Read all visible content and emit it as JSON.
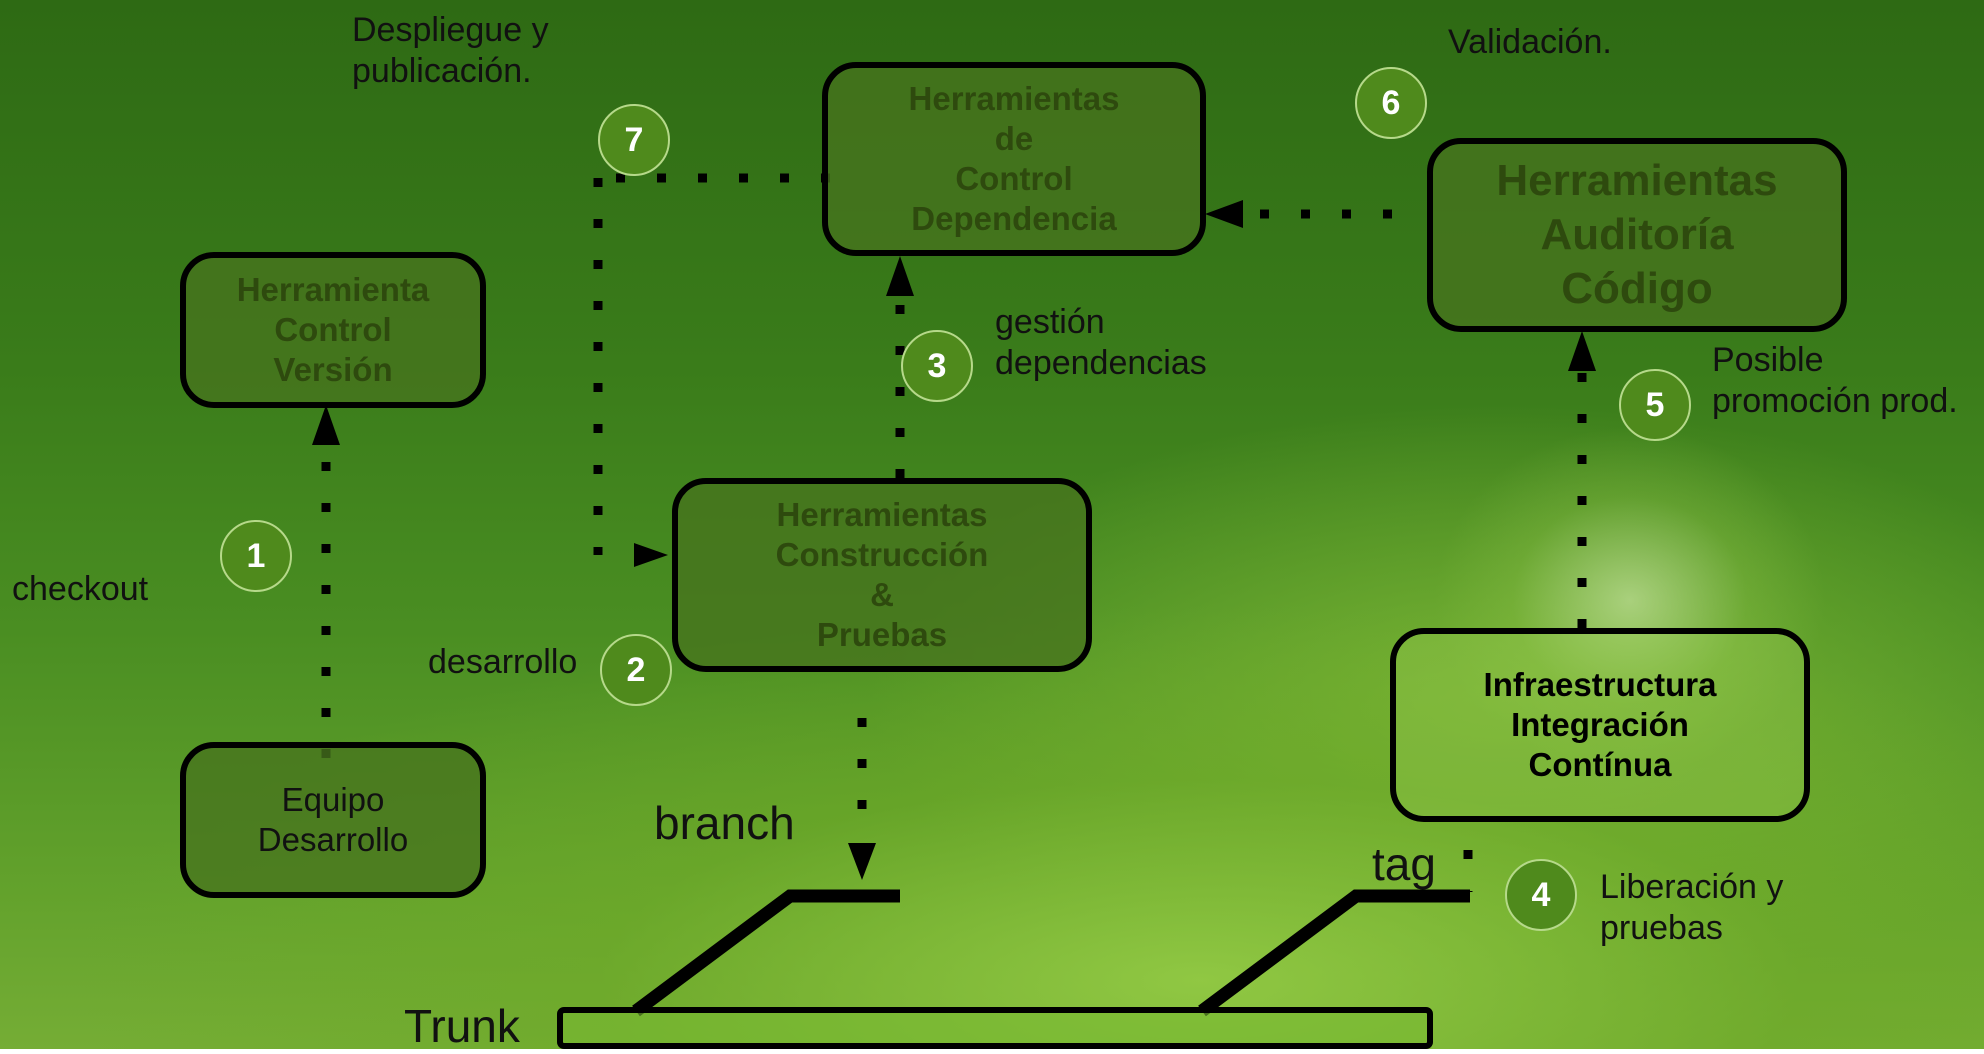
{
  "boxes": {
    "control_version": "Herramienta\nControl\nVersión",
    "control_dependencia": "Herramientas\nde\nControl\nDependencia",
    "auditoria_codigo": "Herramientas\nAuditoría\nCódigo",
    "construccion_pruebas": "Herramientas\nConstrucción\n&\nPruebas",
    "integracion_continua": "Infraestructura\nIntegración\nContínua",
    "equipo_desarrollo": "Equipo\nDesarrollo"
  },
  "steps": {
    "s1": "1",
    "s2": "2",
    "s3": "3",
    "s4": "4",
    "s5": "5",
    "s6": "6",
    "s7": "7"
  },
  "labels": {
    "despliegue": "Despliegue y\npublicación.",
    "validacion": "Validación.",
    "gestion": "gestión\ndependencias",
    "posible": "Posible\npromoción prod.",
    "checkout": "checkout",
    "desarrollo": "desarrollo",
    "liberacion": "Liberación y\npruebas",
    "branch": "branch",
    "tag": "tag",
    "trunk": "Trunk"
  },
  "colors": {
    "background": "#3a7c1a",
    "box_fill": "#46731e",
    "box_text": "#2e4a0e",
    "badge_fill": "#4f8a1c"
  }
}
